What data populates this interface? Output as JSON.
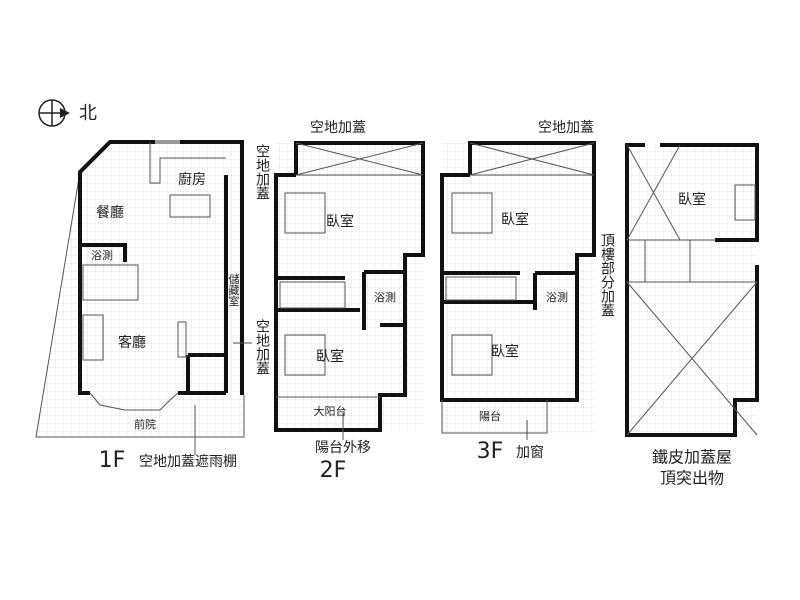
{
  "compass": {
    "label": "北",
    "icon": "compass-north-arrow-icon"
  },
  "floor1": {
    "title": "1F",
    "note": "空地加蓋遮雨棚",
    "side_note_top": "空地加蓋",
    "side_note_bottom": "空地加蓋",
    "rooms": {
      "kitchen": "廚房",
      "dining": "餐廳",
      "bath": "浴測",
      "living": "客廳",
      "storage": "儲藏室",
      "yard": "前院"
    }
  },
  "floor2": {
    "title": "2F",
    "top_note": "空地加蓋",
    "balcony_note": "陽台外移",
    "rooms": {
      "bed1": "臥室",
      "bath": "浴測",
      "bed2": "臥室",
      "balcony": "大阳台"
    }
  },
  "floor3": {
    "title": "3F",
    "top_note": "空地加蓋",
    "window_note": "加窗",
    "side_note": "頂樓部分加蓋",
    "rooms": {
      "bed1": "臥室",
      "bath": "浴測",
      "bed2": "臥室",
      "balcony": "陽台"
    }
  },
  "roof": {
    "rooms": {
      "bed": "臥室"
    },
    "note_line1": "鐵皮加蓋屋",
    "note_line2": "頂突出物"
  },
  "colors": {
    "wall": "#111111",
    "grid": "#dddddd",
    "window": "#999999"
  }
}
